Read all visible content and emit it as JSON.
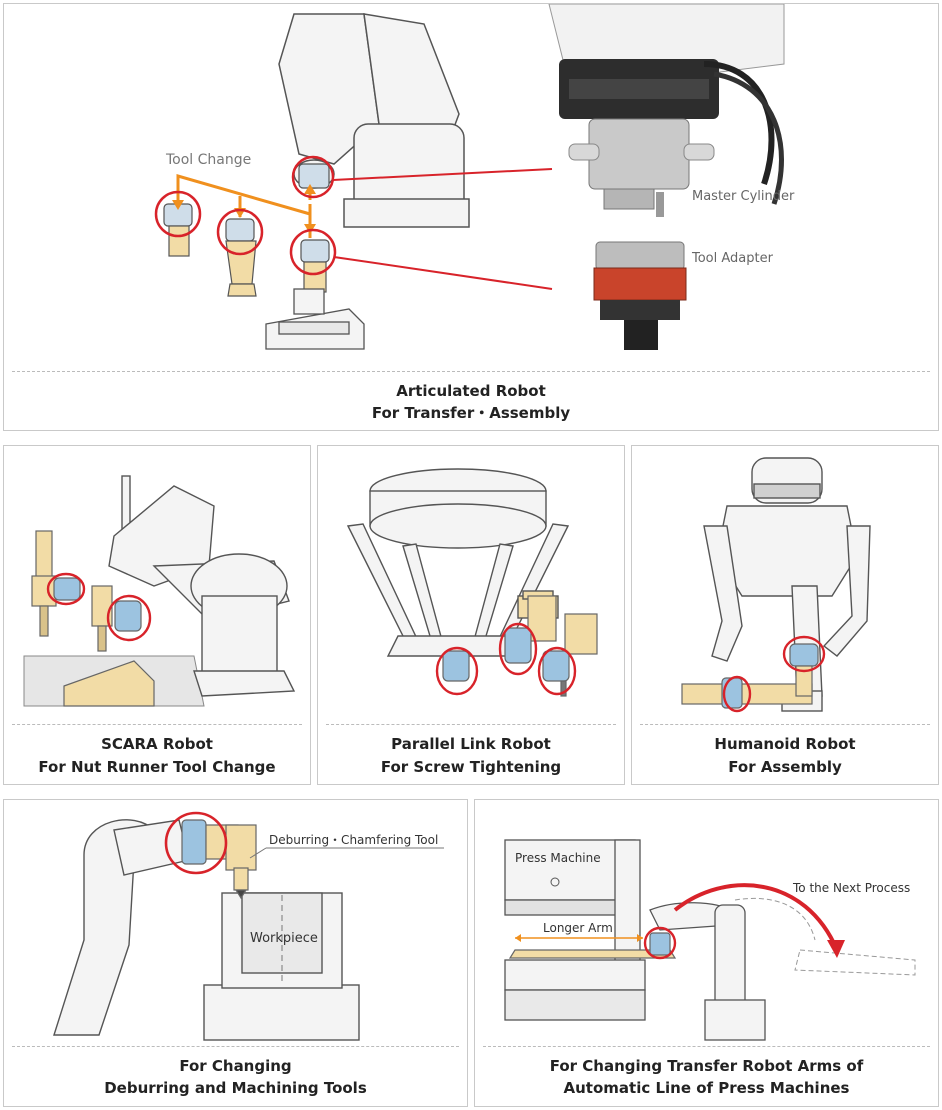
{
  "colors": {
    "red": "#d8232a",
    "orange": "#f0901e",
    "outline": "#555555",
    "tan": "#f2dca6",
    "blue": "#9cc3e0"
  },
  "top": {
    "tool_change_label": "Tool Change",
    "master_cylinder_label": "Master Cylinder",
    "tool_adapter_label": "Tool Adapter",
    "caption_line1": "Articulated Robot",
    "caption_line2": "For Transfer・Assembly"
  },
  "scara": {
    "caption_line1": "SCARA Robot",
    "caption_line2": "For Nut Runner Tool Change"
  },
  "parallel": {
    "caption_line1": "Parallel Link Robot",
    "caption_line2": "For Screw Tightening"
  },
  "humanoid": {
    "caption_line1": "Humanoid Robot",
    "caption_line2": "For Assembly"
  },
  "deburr": {
    "tool_label": "Deburring・Chamfering Tool",
    "workpiece_label": "Workpiece",
    "caption_line1": "For Changing",
    "caption_line2": "Deburring and Machining Tools"
  },
  "press": {
    "press_machine_label": "Press Machine",
    "longer_arm_label": "Longer Arm",
    "next_process_label": "To the Next Process",
    "caption_line1": "For Changing Transfer Robot Arms of",
    "caption_line2": "Automatic Line of Press Machines"
  }
}
